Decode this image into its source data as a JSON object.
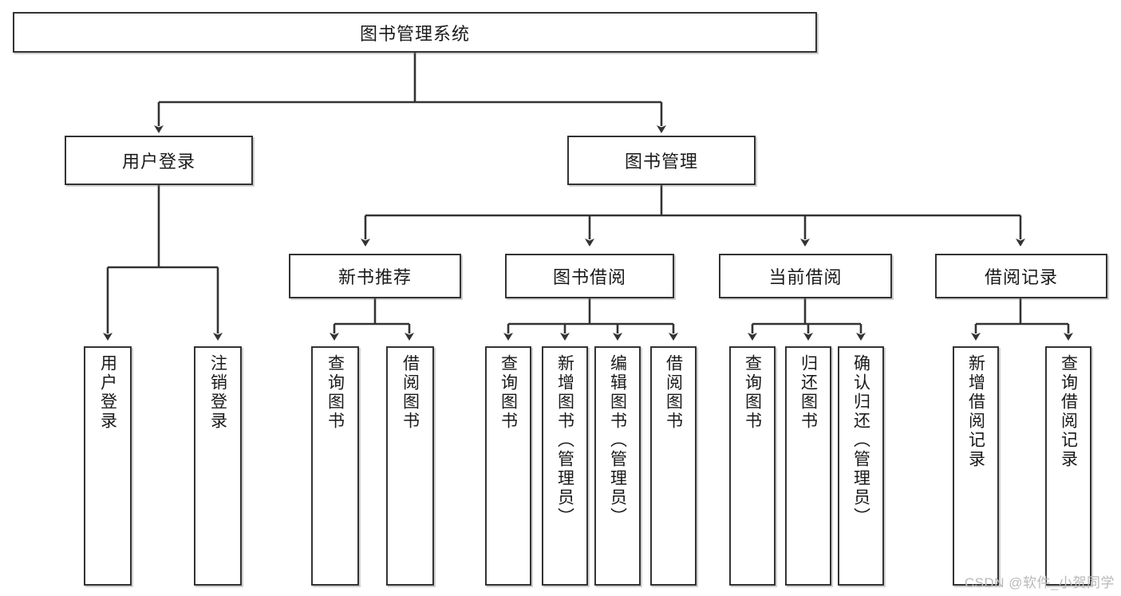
{
  "diagram": {
    "title": "图书管理系统",
    "type": "tree-hierarchy",
    "watermark": "CSDN @软件_小贺同学",
    "colors": {
      "border": "#333333",
      "background": "#ffffff",
      "text": "#1a1a1a",
      "watermark": "#b9b9b9"
    },
    "levels": {
      "root": {
        "label": "图书管理系统"
      },
      "level2": [
        {
          "label": "用户登录"
        },
        {
          "label": "图书管理"
        }
      ],
      "level3": [
        {
          "label": "新书推荐"
        },
        {
          "label": "图书借阅"
        },
        {
          "label": "当前借阅"
        },
        {
          "label": "借阅记录"
        }
      ],
      "leaves": {
        "user_login": [
          {
            "label": "用户登录"
          },
          {
            "label": "注销登录"
          }
        ],
        "new_book_recommend": [
          {
            "label": "查询图书"
          },
          {
            "label": "借阅图书"
          }
        ],
        "book_borrow": [
          {
            "label": "查询图书"
          },
          {
            "label": "新增图书（管理员）"
          },
          {
            "label": "编辑图书（管理员）"
          },
          {
            "label": "借阅图书"
          }
        ],
        "current_borrow": [
          {
            "label": "查询图书"
          },
          {
            "label": "归还图书"
          },
          {
            "label": "确认归还（管理员）"
          }
        ],
        "borrow_record": [
          {
            "label": "新增借阅记录"
          },
          {
            "label": "查询借阅记录"
          }
        ]
      }
    }
  }
}
